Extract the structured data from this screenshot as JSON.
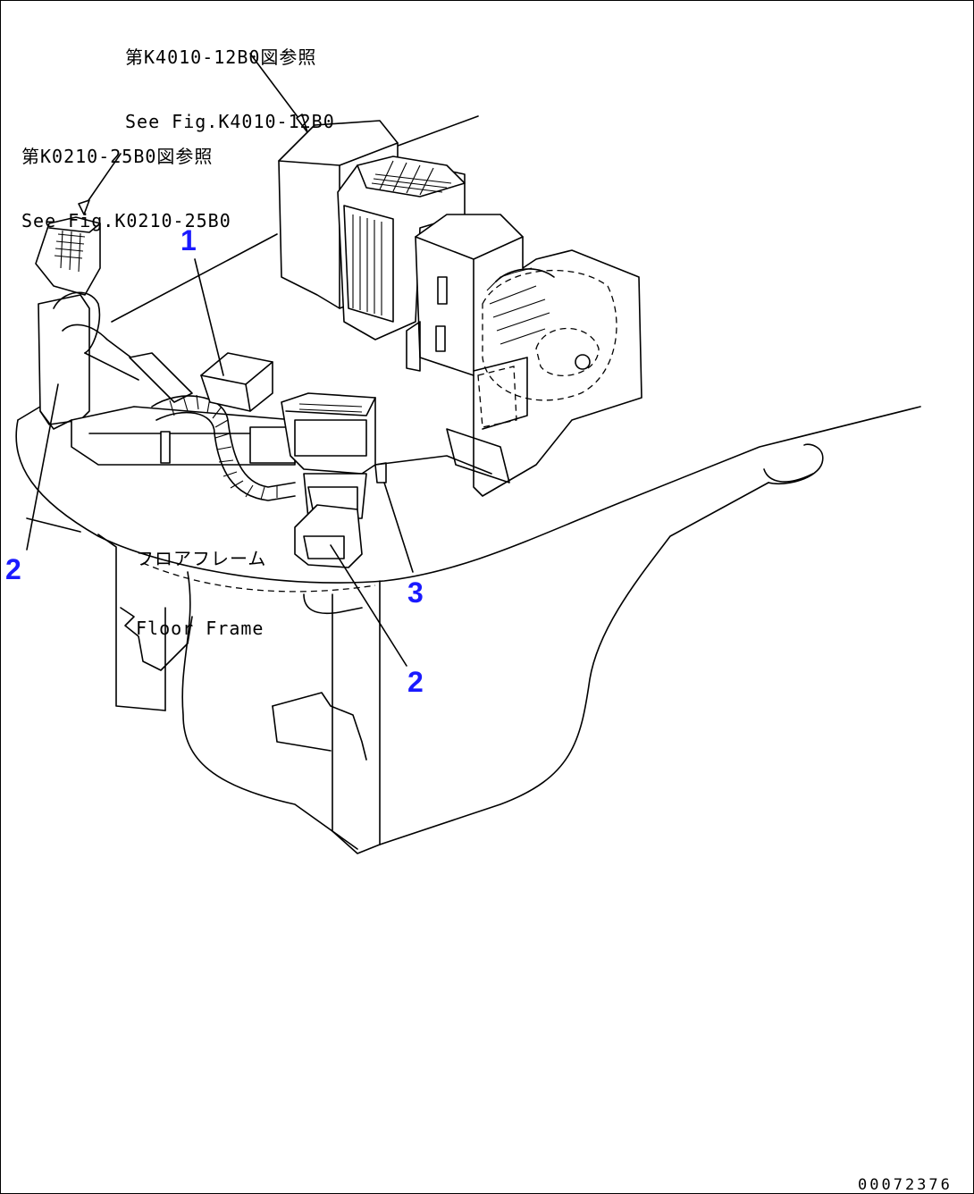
{
  "references": [
    {
      "line1": "第K4010-12B0図参照",
      "line2": "See Fig.K4010-12B0"
    },
    {
      "line1": "第K0210-25B0図参照",
      "line2": "See Fig.K0210-25B0"
    }
  ],
  "floor_label": {
    "jp": "フロアフレーム",
    "en": "Floor Frame"
  },
  "callouts": [
    "1",
    "2",
    "3",
    "2"
  ],
  "drawing_code": "00072376",
  "colors": {
    "callout": "#1a1aff",
    "line": "#000000",
    "background": "#ffffff"
  }
}
